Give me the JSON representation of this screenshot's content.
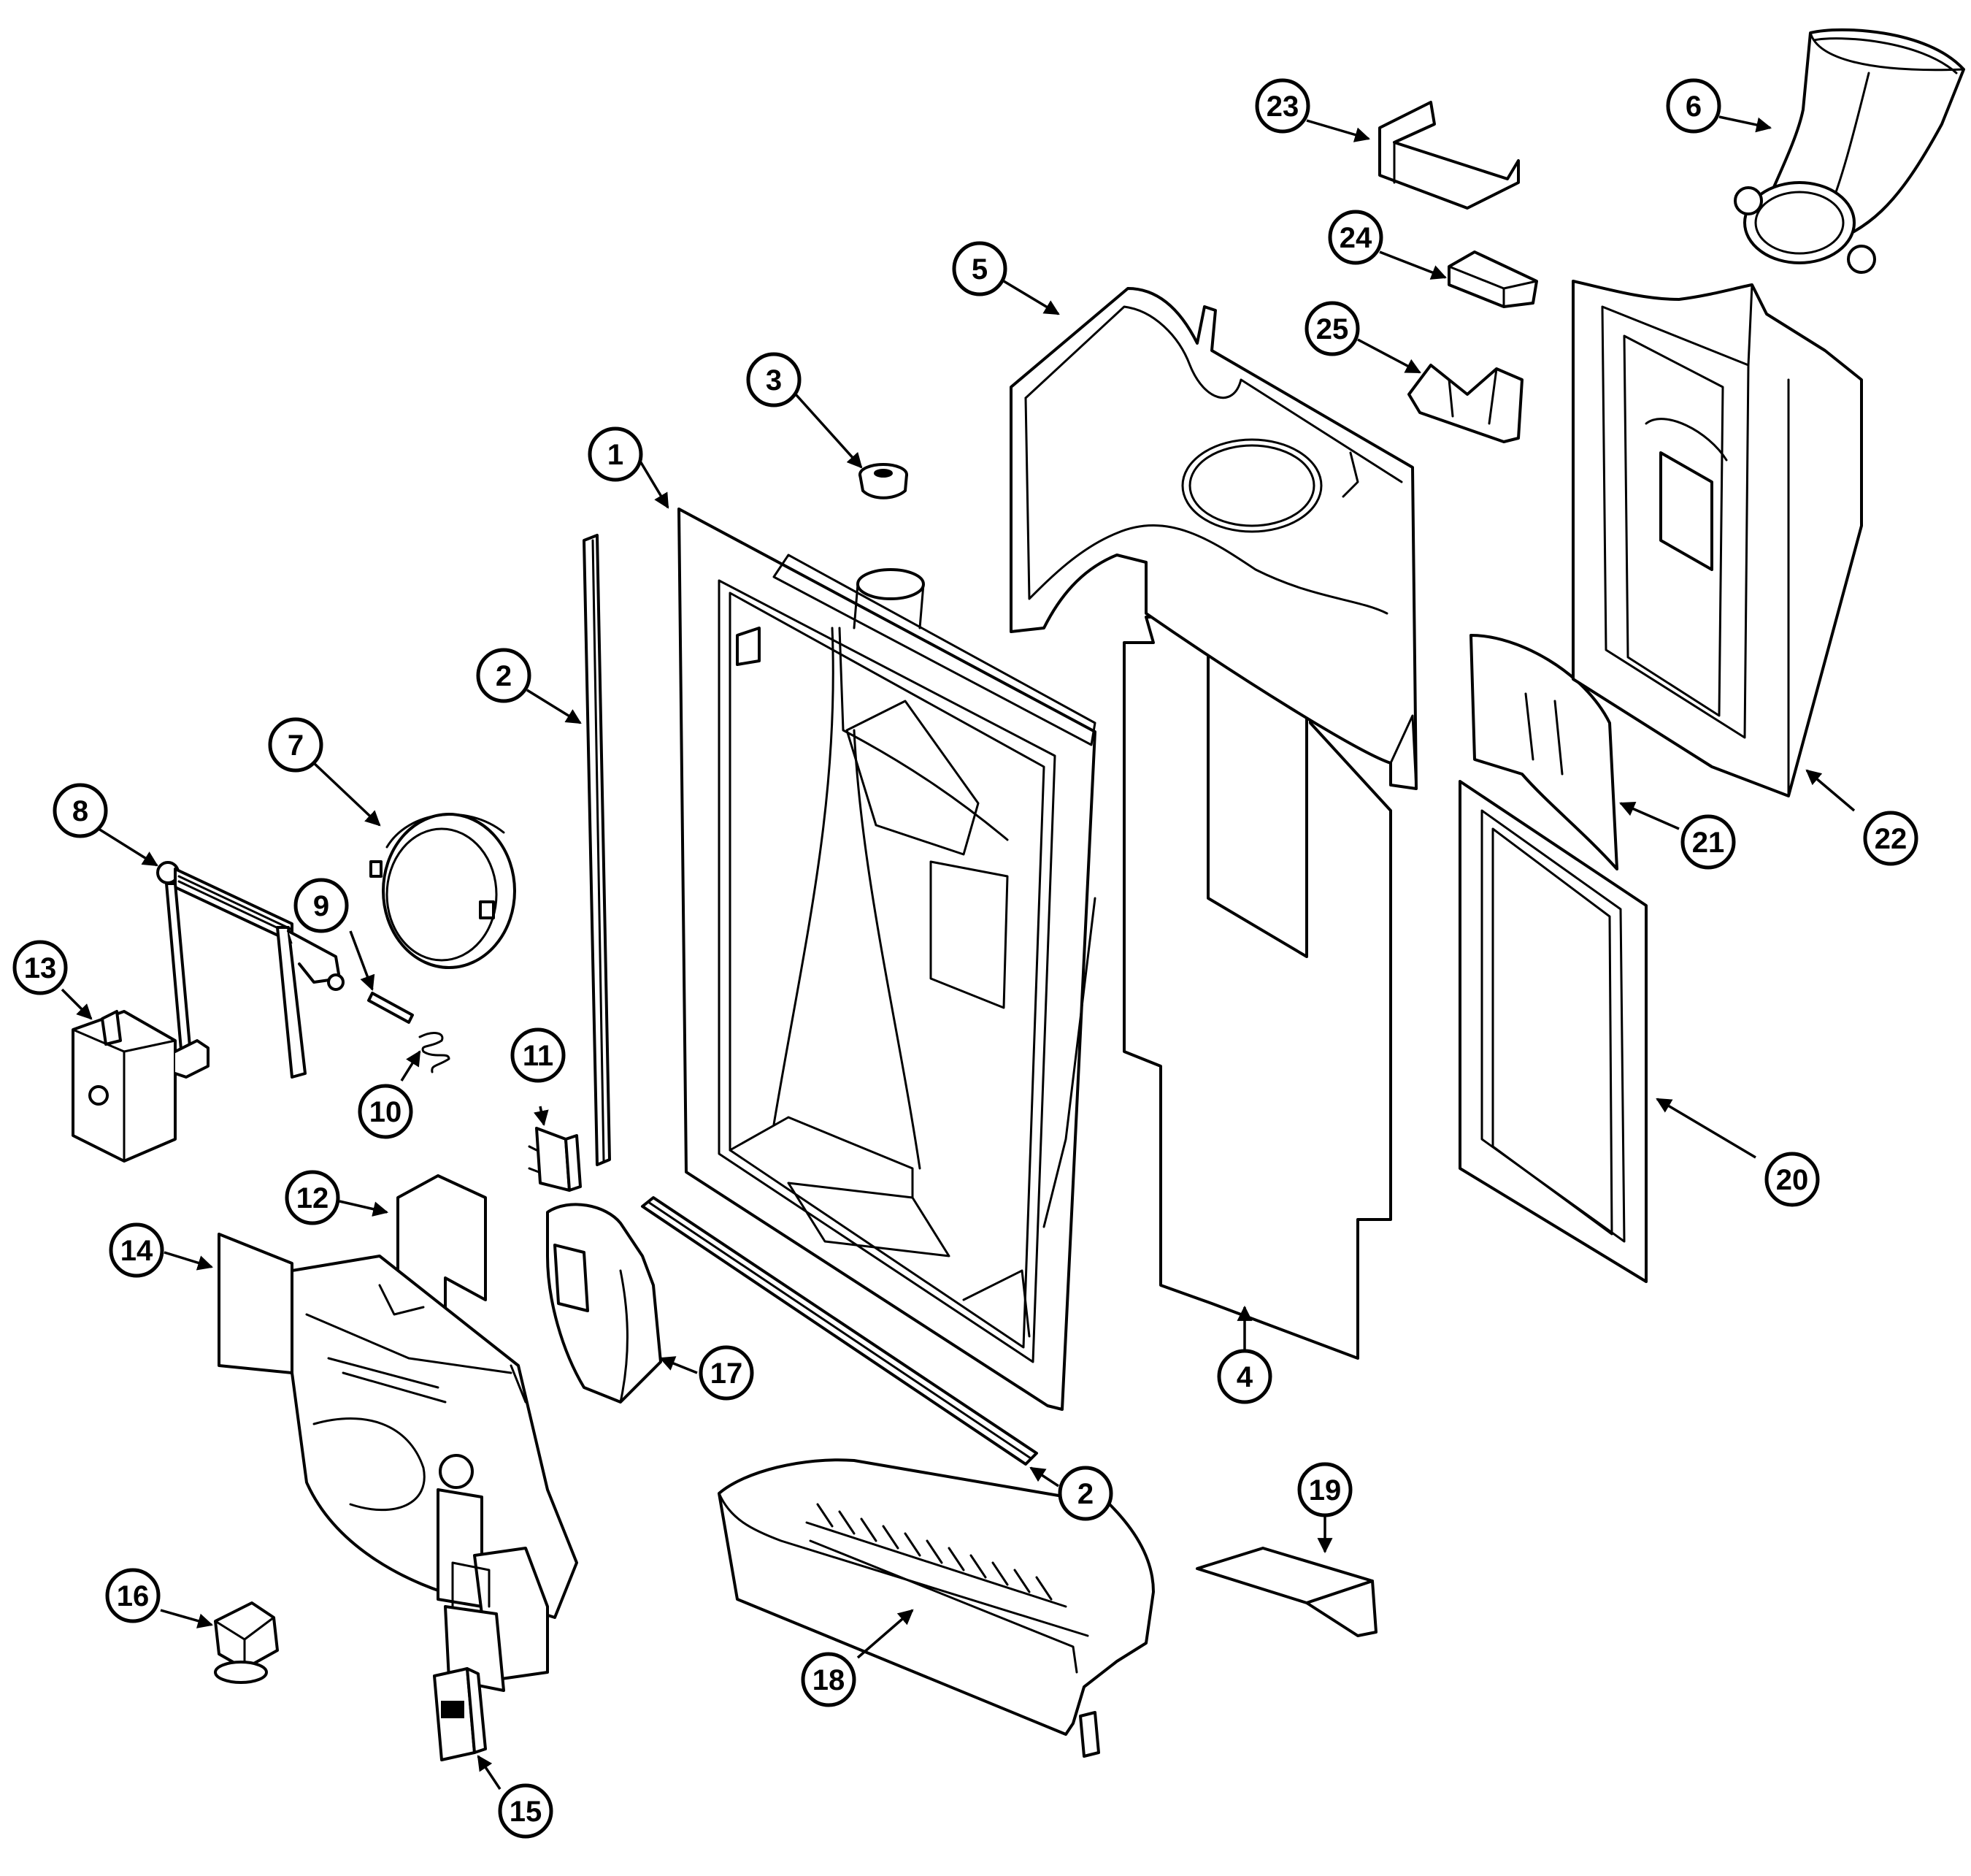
{
  "diagram": {
    "callouts": [
      {
        "id": "c1",
        "label": "1"
      },
      {
        "id": "c2a",
        "label": "2"
      },
      {
        "id": "c2b",
        "label": "2"
      },
      {
        "id": "c3",
        "label": "3"
      },
      {
        "id": "c4",
        "label": "4"
      },
      {
        "id": "c5",
        "label": "5"
      },
      {
        "id": "c6",
        "label": "6"
      },
      {
        "id": "c7",
        "label": "7"
      },
      {
        "id": "c8",
        "label": "8"
      },
      {
        "id": "c9",
        "label": "9"
      },
      {
        "id": "c10",
        "label": "10"
      },
      {
        "id": "c11",
        "label": "11"
      },
      {
        "id": "c12",
        "label": "12"
      },
      {
        "id": "c13",
        "label": "13"
      },
      {
        "id": "c14",
        "label": "14"
      },
      {
        "id": "c15",
        "label": "15"
      },
      {
        "id": "c16",
        "label": "16"
      },
      {
        "id": "c17",
        "label": "17"
      },
      {
        "id": "c18",
        "label": "18"
      },
      {
        "id": "c19",
        "label": "19"
      },
      {
        "id": "c20",
        "label": "20"
      },
      {
        "id": "c21",
        "label": "21"
      },
      {
        "id": "c22",
        "label": "22"
      },
      {
        "id": "c23",
        "label": "23"
      },
      {
        "id": "c24",
        "label": "24"
      },
      {
        "id": "c25",
        "label": "25"
      }
    ]
  }
}
